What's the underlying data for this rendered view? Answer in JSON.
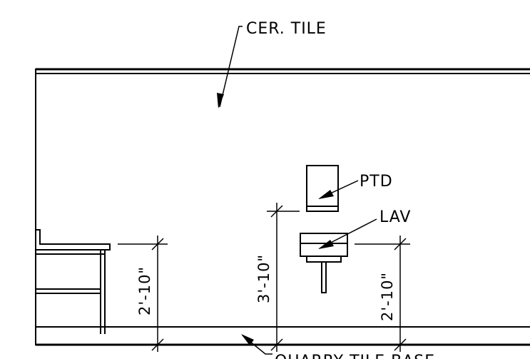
{
  "labels": {
    "ceramic_tile": "CER. TILE",
    "paper_towel_dispenser": "PTD",
    "lavatory": "LAV",
    "base": "QUARRY TILE BASE"
  },
  "dimensions": {
    "counter_height": "2'-10\"",
    "ptd_height": "3'-10\"",
    "lav_height": "2'-10\""
  }
}
